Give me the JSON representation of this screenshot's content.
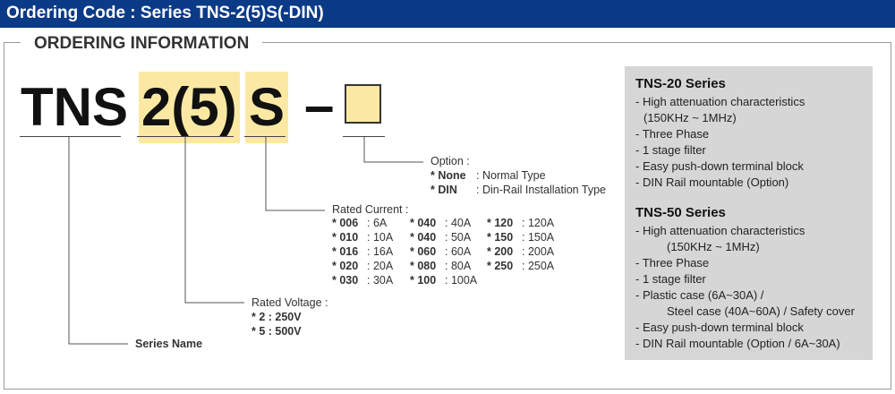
{
  "header": {
    "title": "Ordering Code : Series TNS-2(5)S(-DIN)"
  },
  "section": {
    "title": "ORDERING INFORMATION"
  },
  "code": {
    "part1": "TNS",
    "part2": "2(5)",
    "part3": "S",
    "dash": "–"
  },
  "option": {
    "label": "Option :",
    "items": [
      {
        "code": "* None",
        "desc": ": Normal Type"
      },
      {
        "code": "* DIN",
        "desc": ": Din-Rail Installation Type"
      }
    ]
  },
  "rated_current": {
    "label": "Rated Current :",
    "col1": [
      {
        "code": "* 006",
        "value": ": 6A"
      },
      {
        "code": "* 010",
        "value": ": 10A"
      },
      {
        "code": "* 016",
        "value": ": 16A"
      },
      {
        "code": "* 020",
        "value": ": 20A"
      },
      {
        "code": "* 030",
        "value": ": 30A"
      }
    ],
    "col2": [
      {
        "code": "* 040",
        "value": ": 40A"
      },
      {
        "code": "* 040",
        "value": ": 50A"
      },
      {
        "code": "* 060",
        "value": ": 60A"
      },
      {
        "code": "* 080",
        "value": ": 80A"
      },
      {
        "code": "* 100",
        "value": ": 100A"
      }
    ],
    "col3": [
      {
        "code": "* 120",
        "value": ": 120A"
      },
      {
        "code": "* 150",
        "value": ": 150A"
      },
      {
        "code": "* 200",
        "value": ": 200A"
      },
      {
        "code": "* 250",
        "value": ": 250A"
      }
    ]
  },
  "rated_voltage": {
    "label": "Rated Voltage :",
    "items": [
      "* 2 : 250V",
      "* 5 : 500V"
    ]
  },
  "series_name": {
    "label": "Series Name"
  },
  "panel": {
    "tns20": {
      "title": "TNS-20 Series",
      "lines": [
        "- High attenuation characteristics",
        "(150KHz ~ 1MHz)",
        "- Three Phase",
        "- 1 stage filter",
        "- Easy push-down terminal block",
        "- DIN Rail mountable (Option)"
      ]
    },
    "tns50": {
      "title": "TNS-50 Series",
      "lines": [
        "- High attenuation characteristics",
        "(150KHz ~ 1MHz)",
        "- Three Phase",
        "- 1 stage filter",
        "- Plastic case (6A~30A) /",
        "Steel case (40A~60A) / Safety cover",
        "- Easy push-down terminal block",
        "- DIN Rail mountable (Option / 6A~30A)"
      ]
    }
  },
  "colors": {
    "header_bg": "#0b3a86",
    "highlight": "#fbe9a3",
    "panel_bg": "#d6d6d6"
  }
}
